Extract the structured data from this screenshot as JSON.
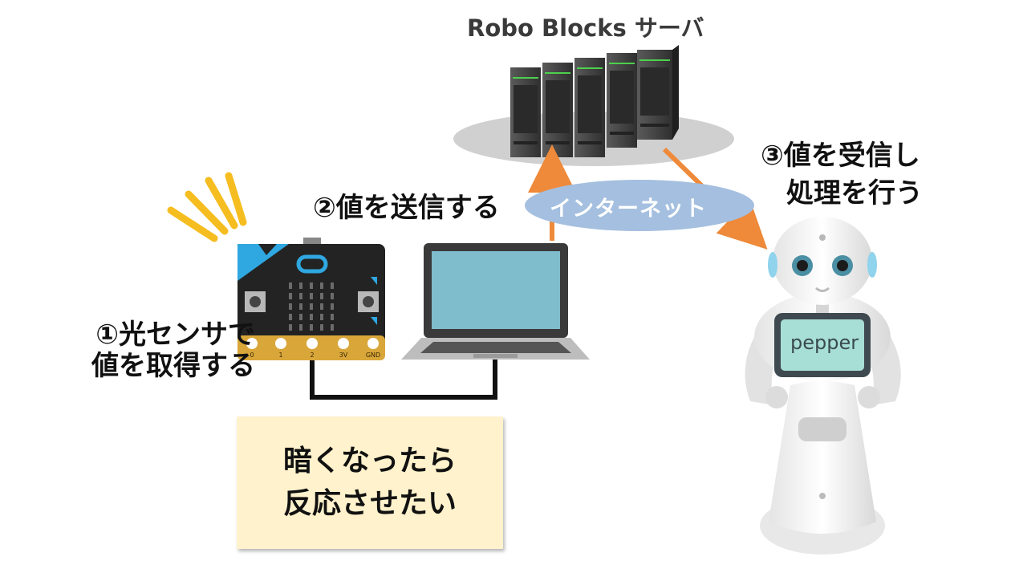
{
  "server": {
    "title": "Robo Blocks サーバ"
  },
  "internet": {
    "label": "インターネット"
  },
  "steps": {
    "step1": {
      "line1": "①光センサで",
      "line2": "値を取得する"
    },
    "step2": {
      "line1": "②値を送信する"
    },
    "step3": {
      "line1": "③値を受信し",
      "line2": "処理を行う"
    }
  },
  "note": {
    "line1": "暗くなったら",
    "line2": "反応させたい"
  },
  "microbit": {
    "pins": [
      "0",
      "1",
      "2",
      "3V",
      "GND"
    ]
  },
  "robot": {
    "screen_text": "pepper"
  },
  "colors": {
    "arrow": "#ee8a3a",
    "internet_ellipse": "#a4bfdf",
    "server_ground": "#d0d0d0",
    "note_bg": "#fff2cc",
    "microbit_board": "#232323",
    "microbit_accent": "#2fa7e0",
    "pin_gold": "#e6b84d",
    "laptop_screen": "#7fbccc",
    "robot_screen": "#a7dfd6",
    "spark": "#f5bd1f"
  }
}
